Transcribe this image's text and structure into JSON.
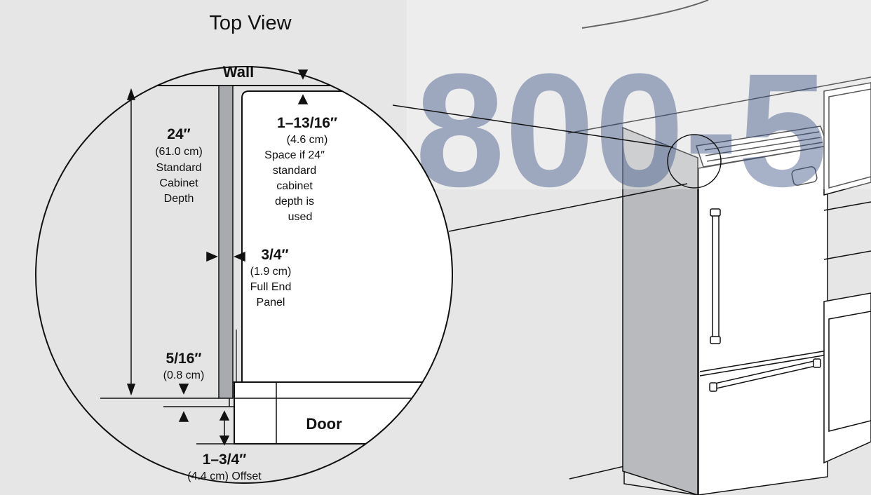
{
  "title": "Top View",
  "labels": {
    "wall": "Wall",
    "door": "Door"
  },
  "dimensions": {
    "depth": {
      "value": "24″",
      "metric": "(61.0 cm)",
      "desc": [
        "Standard",
        "Cabinet",
        "Depth"
      ]
    },
    "space": {
      "value": "1–13/16″",
      "metric": "(4.6 cm)",
      "desc": [
        "Space if 24″",
        "standard",
        "cabinet",
        "depth is",
        "used"
      ]
    },
    "panel": {
      "value": "3/4″",
      "metric": "(1.9 cm)",
      "desc": [
        "Full End",
        "Panel"
      ]
    },
    "gap": {
      "value": "5/16″",
      "metric": "(0.8 cm)"
    },
    "offset": {
      "value": "1–3/4″",
      "metric": "(4.4 cm) Offset"
    }
  },
  "watermark": "800-5",
  "colors": {
    "background": "#e6e6e7",
    "panel": "#a9aaad",
    "line": "#111111",
    "watermark": "#6e7fa6"
  }
}
